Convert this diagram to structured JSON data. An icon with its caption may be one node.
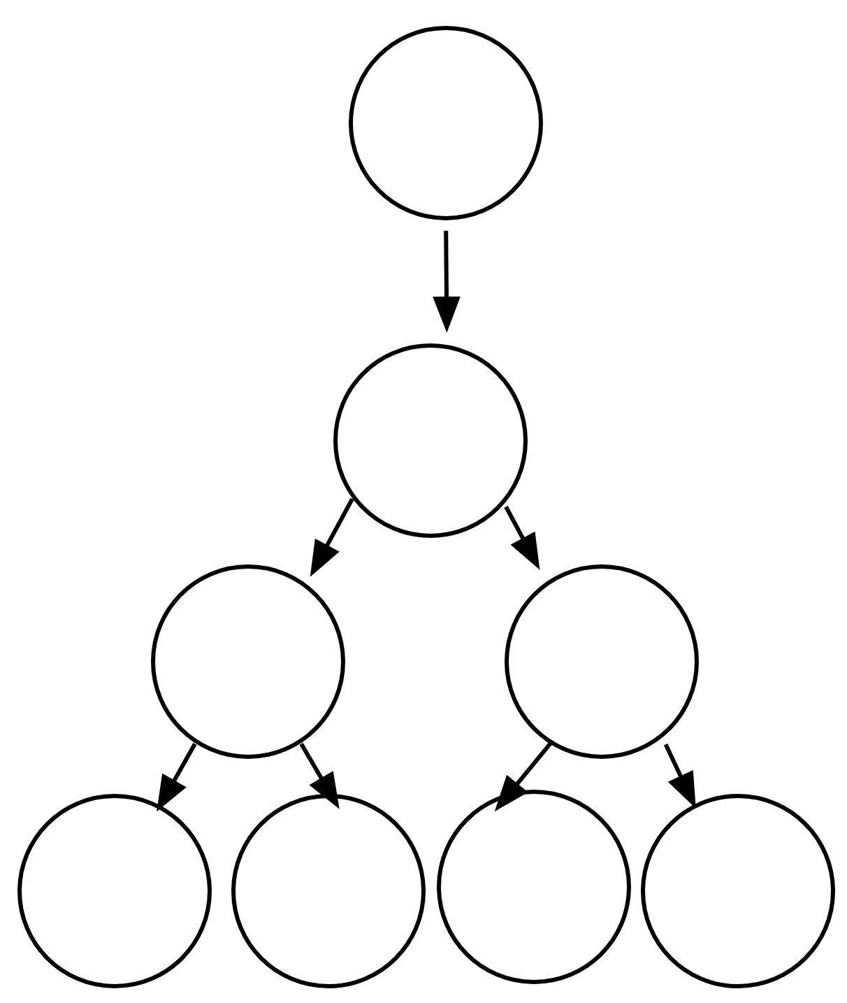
{
  "diagram": {
    "nodes": [
      {
        "text": [],
        "shape": "circle"
      },
      {
        "text": [],
        "shape": "circle"
      },
      {
        "text": [],
        "shape": "circle"
      },
      {
        "text": [],
        "shape": "circle"
      },
      {
        "text": [],
        "shape": "circle"
      },
      {
        "text": [],
        "shape": "circle"
      },
      {
        "text": [],
        "shape": "circle"
      },
      {
        "text": [],
        "shape": "circle"
      }
    ],
    "edges": [
      {
        "from": 0,
        "to": 1,
        "arrow": "to"
      },
      {
        "from": 1,
        "to": 2,
        "arrow": "to"
      },
      {
        "from": 1,
        "to": 3,
        "arrow": "to"
      },
      {
        "from": 2,
        "to": 4,
        "arrow": "to"
      },
      {
        "from": 2,
        "to": 5,
        "arrow": "to"
      },
      {
        "from": 3,
        "to": 6,
        "arrow": "to"
      },
      {
        "from": 3,
        "to": 7,
        "arrow": "to"
      }
    ]
  }
}
